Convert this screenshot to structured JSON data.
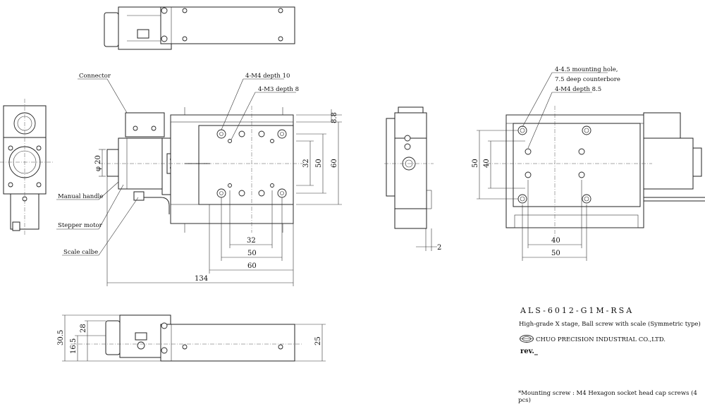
{
  "title_block": {
    "model": "ALS-6012-G1M-RSA",
    "description": "High-grade X stage, Ball screw with scale (Symmetric type)",
    "company": "CHUO PRECISION INDUSTRIAL CO.,LTD.",
    "revision": "rev._",
    "note": "*Mounting screw : M4 Hexagon socket head cap screws (4 pcs)"
  },
  "labels": {
    "connector": "Connector",
    "manual_handle": "Manual handle",
    "stepper_motor": "Stepper motor",
    "scale_cable": "Scale calbe",
    "m4_depth10": "4-M4 depth 10",
    "m3_depth8": "4-M3 depth 8",
    "mount_hole_1": "4-4.5 mounting hole,",
    "mount_hole_2": "7.5 deep counterbore",
    "m4_depth85": "4-M4 depth 8.5"
  },
  "dimensions": {
    "top_32": "32",
    "top_50": "50",
    "top_60": "60",
    "top_134": "134",
    "v_32": "32",
    "v_50": "50",
    "v_60": "60",
    "v_88": "8.8",
    "dia_20": "φ 20",
    "side_2": "2",
    "right_40h": "40",
    "right_50h": "50",
    "right_40v": "40",
    "right_50v": "50",
    "front_305": "30.5",
    "front_28": "28",
    "front_165": "16.5",
    "front_25": "25"
  }
}
